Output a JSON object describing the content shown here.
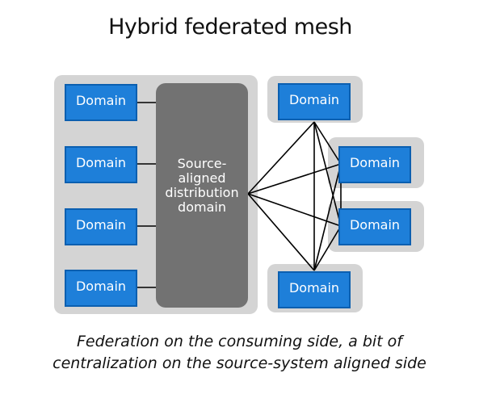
{
  "title": "Hybrid federated mesh",
  "left_domains": [
    "Domain",
    "Domain",
    "Domain",
    "Domain"
  ],
  "central_domain": "Source-\naligned\ndistribution\ndomain",
  "right_domains": [
    "Domain",
    "Domain",
    "Domain",
    "Domain"
  ],
  "caption": {
    "line1": "Federation on the consuming side, a bit of",
    "line2": "centralization on the source-system aligned side"
  },
  "colors": {
    "domain_fill": "#1e7fd9",
    "central_fill": "#727272",
    "panel_fill": "#d4d4d4"
  }
}
